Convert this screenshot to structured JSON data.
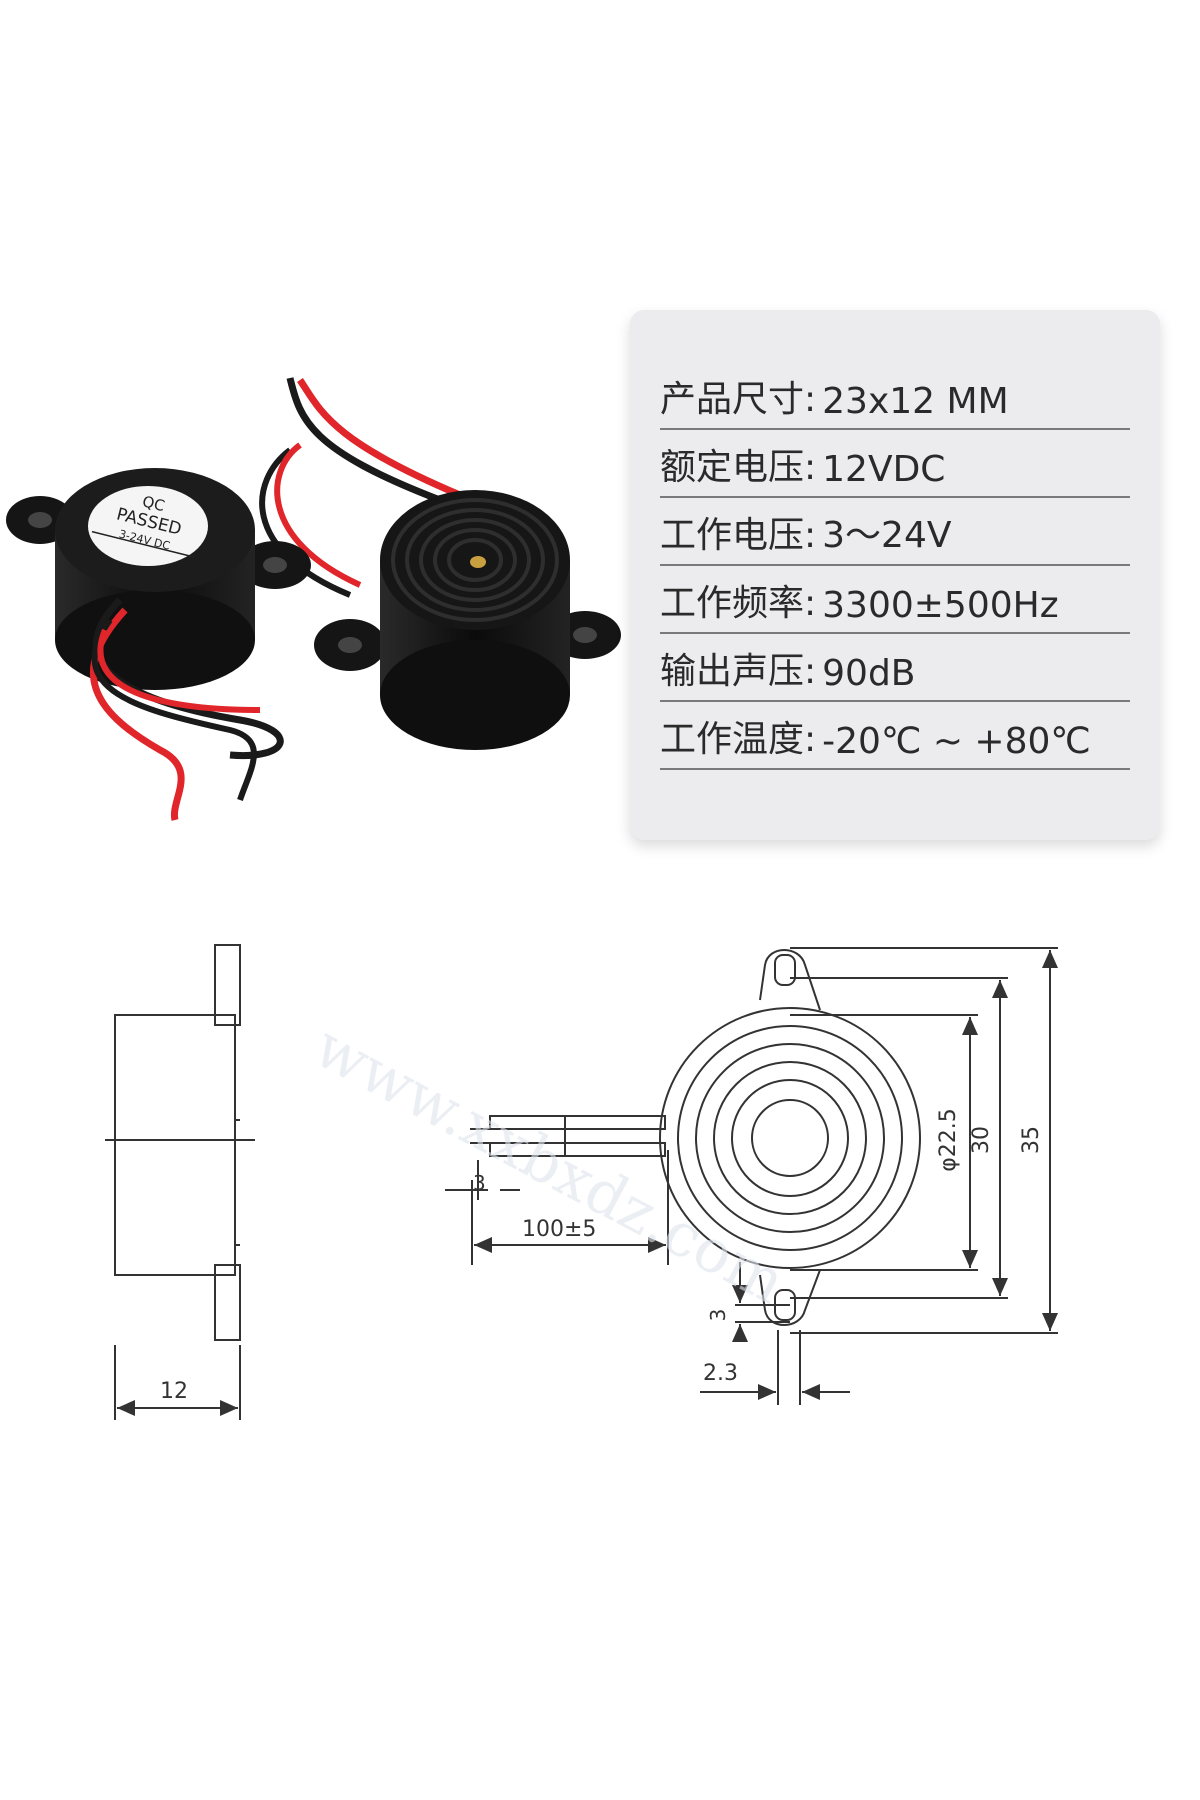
{
  "product_label": {
    "line1": "QC",
    "line2": "PASSED",
    "line3": "3-24V DC"
  },
  "specs": [
    {
      "label": "产品尺寸:",
      "value": "23x12 MM"
    },
    {
      "label": "额定电压:",
      "value": "12VDC"
    },
    {
      "label": "工作电压:",
      "value": "3～24V"
    },
    {
      "label": "工作频率:",
      "value": "3300±500Hz"
    },
    {
      "label": "输出声压:",
      "value": "90dB"
    },
    {
      "label": "工作温度:",
      "value": "-20℃ ~ +80℃"
    }
  ],
  "dimensions": {
    "side_width": "12",
    "wire_pitch": "3",
    "wire_length": "100±5",
    "inner_diameter": "φ22.5",
    "body_diameter": "30",
    "overall_length": "35",
    "hole_offset": "3",
    "hole_diameter": "2.3"
  },
  "watermark": "www.xxbxdz.com",
  "colors": {
    "card_bg": "#ececef",
    "wire_red": "#e0262a",
    "wire_black": "#1a1a1a",
    "body": "#141414",
    "line": "#333333"
  }
}
